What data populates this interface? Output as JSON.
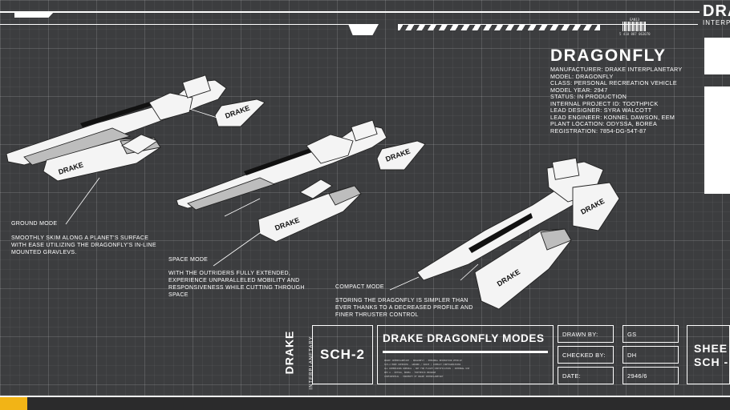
{
  "header": {
    "tiny_label": "EAN13",
    "barcode_text": "5 410 887 063070",
    "logo_big": "DRA",
    "logo_small": "INTERPL"
  },
  "spec": {
    "title": "DRAGONFLY",
    "lines": [
      "MANUFACTURER: DRAKE INTERPLANETARY",
      "MODEL: DRAGONFLY",
      "CLASS: PERSONAL RECREATION VEHICLE",
      "MODEL YEAR: 2947",
      "STATUS: IN PRODUCTION",
      "INTERNAL PROJECT ID: TOOTHPICK",
      "LEAD DESIGNER: SYRA WALCOTT",
      "LEAD ENGINEER: KONNEL DAWSON, EEM",
      "PLANT LOCATION: ODYSSA, BOREA",
      "REGISTRATION: 7854-DG-54T-87"
    ]
  },
  "modes": {
    "ground": {
      "label": "GROUND MODE",
      "desc": "SMOOTHLY SKIM ALONG A PLANET'S SURFACE WITH EASE UTILIZING THE DRAGONFLY'S IN-LINE MOUNTED GRAVLEVS."
    },
    "space": {
      "label": "SPACE MODE",
      "desc": "WITH THE OUTRIDERS FULLY EXTENDED, EXPERIENCE UNPARALLELED MOBILITY AND RESPONSIVENESS WHILE CUTTING THROUGH SPACE"
    },
    "compact": {
      "label": "COMPACT MODE",
      "desc": "STORING THE DRAGONFLY IS SIMPLER THAN EVER THANKS TO A DECREASED PROFILE AND FINER THRUSTER CONTROL"
    }
  },
  "ship_decal": "DRAKE",
  "title_block": {
    "logo_big": "DRAKE",
    "logo_small": "INTERPLANETARY",
    "sch": "SCH-2",
    "modes_title": "DRAKE DRAGONFLY MODES",
    "fine_print": [
      "DRAKE INTERPLANETARY - DRAGONFLY - PERSONAL RECREATION VEHICLE",
      "SCH-2 MODE OVERVIEW - GROUND / SPACE / COMPACT CONFIGURATIONS",
      "ALL DIMENSIONS NOMINAL - NOT FOR FLIGHT CERTIFICATION - INTERNAL USE",
      "REV A - ODYSSA, BOREA - TOOTHPICK PROGRAM",
      "CONFIDENTIAL - PROPERTY OF DRAKE INTERPLANETARY"
    ],
    "drawn_label": "DRAWN BY:",
    "drawn_value": "GS",
    "checked_label": "CHECKED BY:",
    "checked_value": "DH",
    "date_label": "DATE:",
    "date_value": "2946/6",
    "sheet_line1": "SHEE",
    "sheet_line2": "SCH -"
  }
}
